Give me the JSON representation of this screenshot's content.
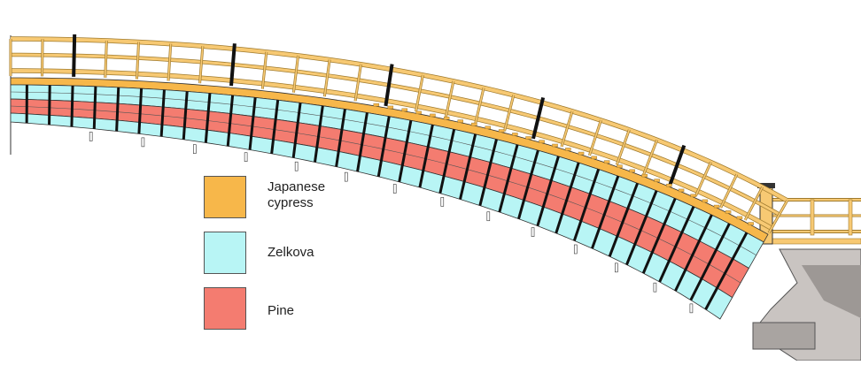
{
  "legend": {
    "items": [
      {
        "label": "Japanese\ncypress",
        "color": "#f7b74a"
      },
      {
        "label": "Zelkova",
        "color": "#b8f5f5"
      },
      {
        "label": "Pine",
        "color": "#f47c70"
      }
    ]
  },
  "colors": {
    "railing": "#f7c973",
    "railing_stroke": "#a07b2e",
    "post": "#111111",
    "abutment": "#b5b0ad"
  }
}
